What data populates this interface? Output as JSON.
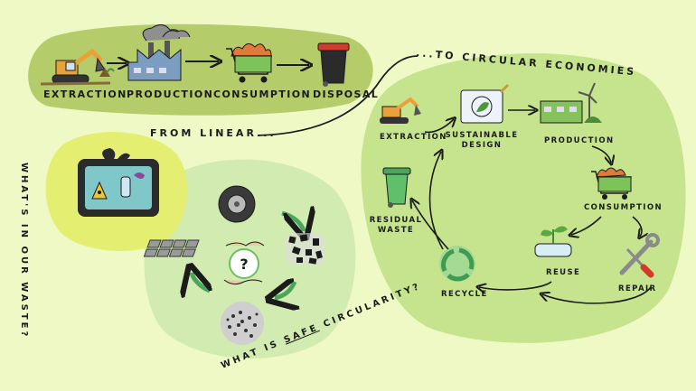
{
  "linear": {
    "extraction": "EXTRACTION",
    "production": "PRODUCTION",
    "consumption": "CONSUMPTION",
    "disposal": "DISPOSAL"
  },
  "transition": {
    "from_text": "FROM LINEAR...",
    "to_text": "...TO CIRCULAR ECONOMIES"
  },
  "circular": {
    "extraction": "EXTRACTION",
    "sustainable_design_line1": "SUSTAINABLE",
    "sustainable_design_line2": "DESIGN",
    "production": "PRODUCTION",
    "consumption": "CONSUMPTION",
    "repair": "REPAIR",
    "reuse": "REUSE",
    "recycle": "RECYCLE",
    "residual_line1": "RESIDUAL",
    "residual_line2": "WASTE"
  },
  "waste": {
    "question": "WHAT'S IN OUR WASTE?"
  },
  "safe": {
    "prefix": "WHAT IS ",
    "emphasis": "SAFE",
    "suffix": " CIRCULARITY?",
    "center_symbol": "?"
  },
  "colors": {
    "background": "#eff9c6",
    "linear_blob": "#b5cc6a",
    "circular_blob": "#c5e48d",
    "waste_blob": "#e4ef72",
    "safe_blob": "#d1ebb0",
    "accent_green": "#6fbf62",
    "bin_red": "#d23a2b"
  }
}
